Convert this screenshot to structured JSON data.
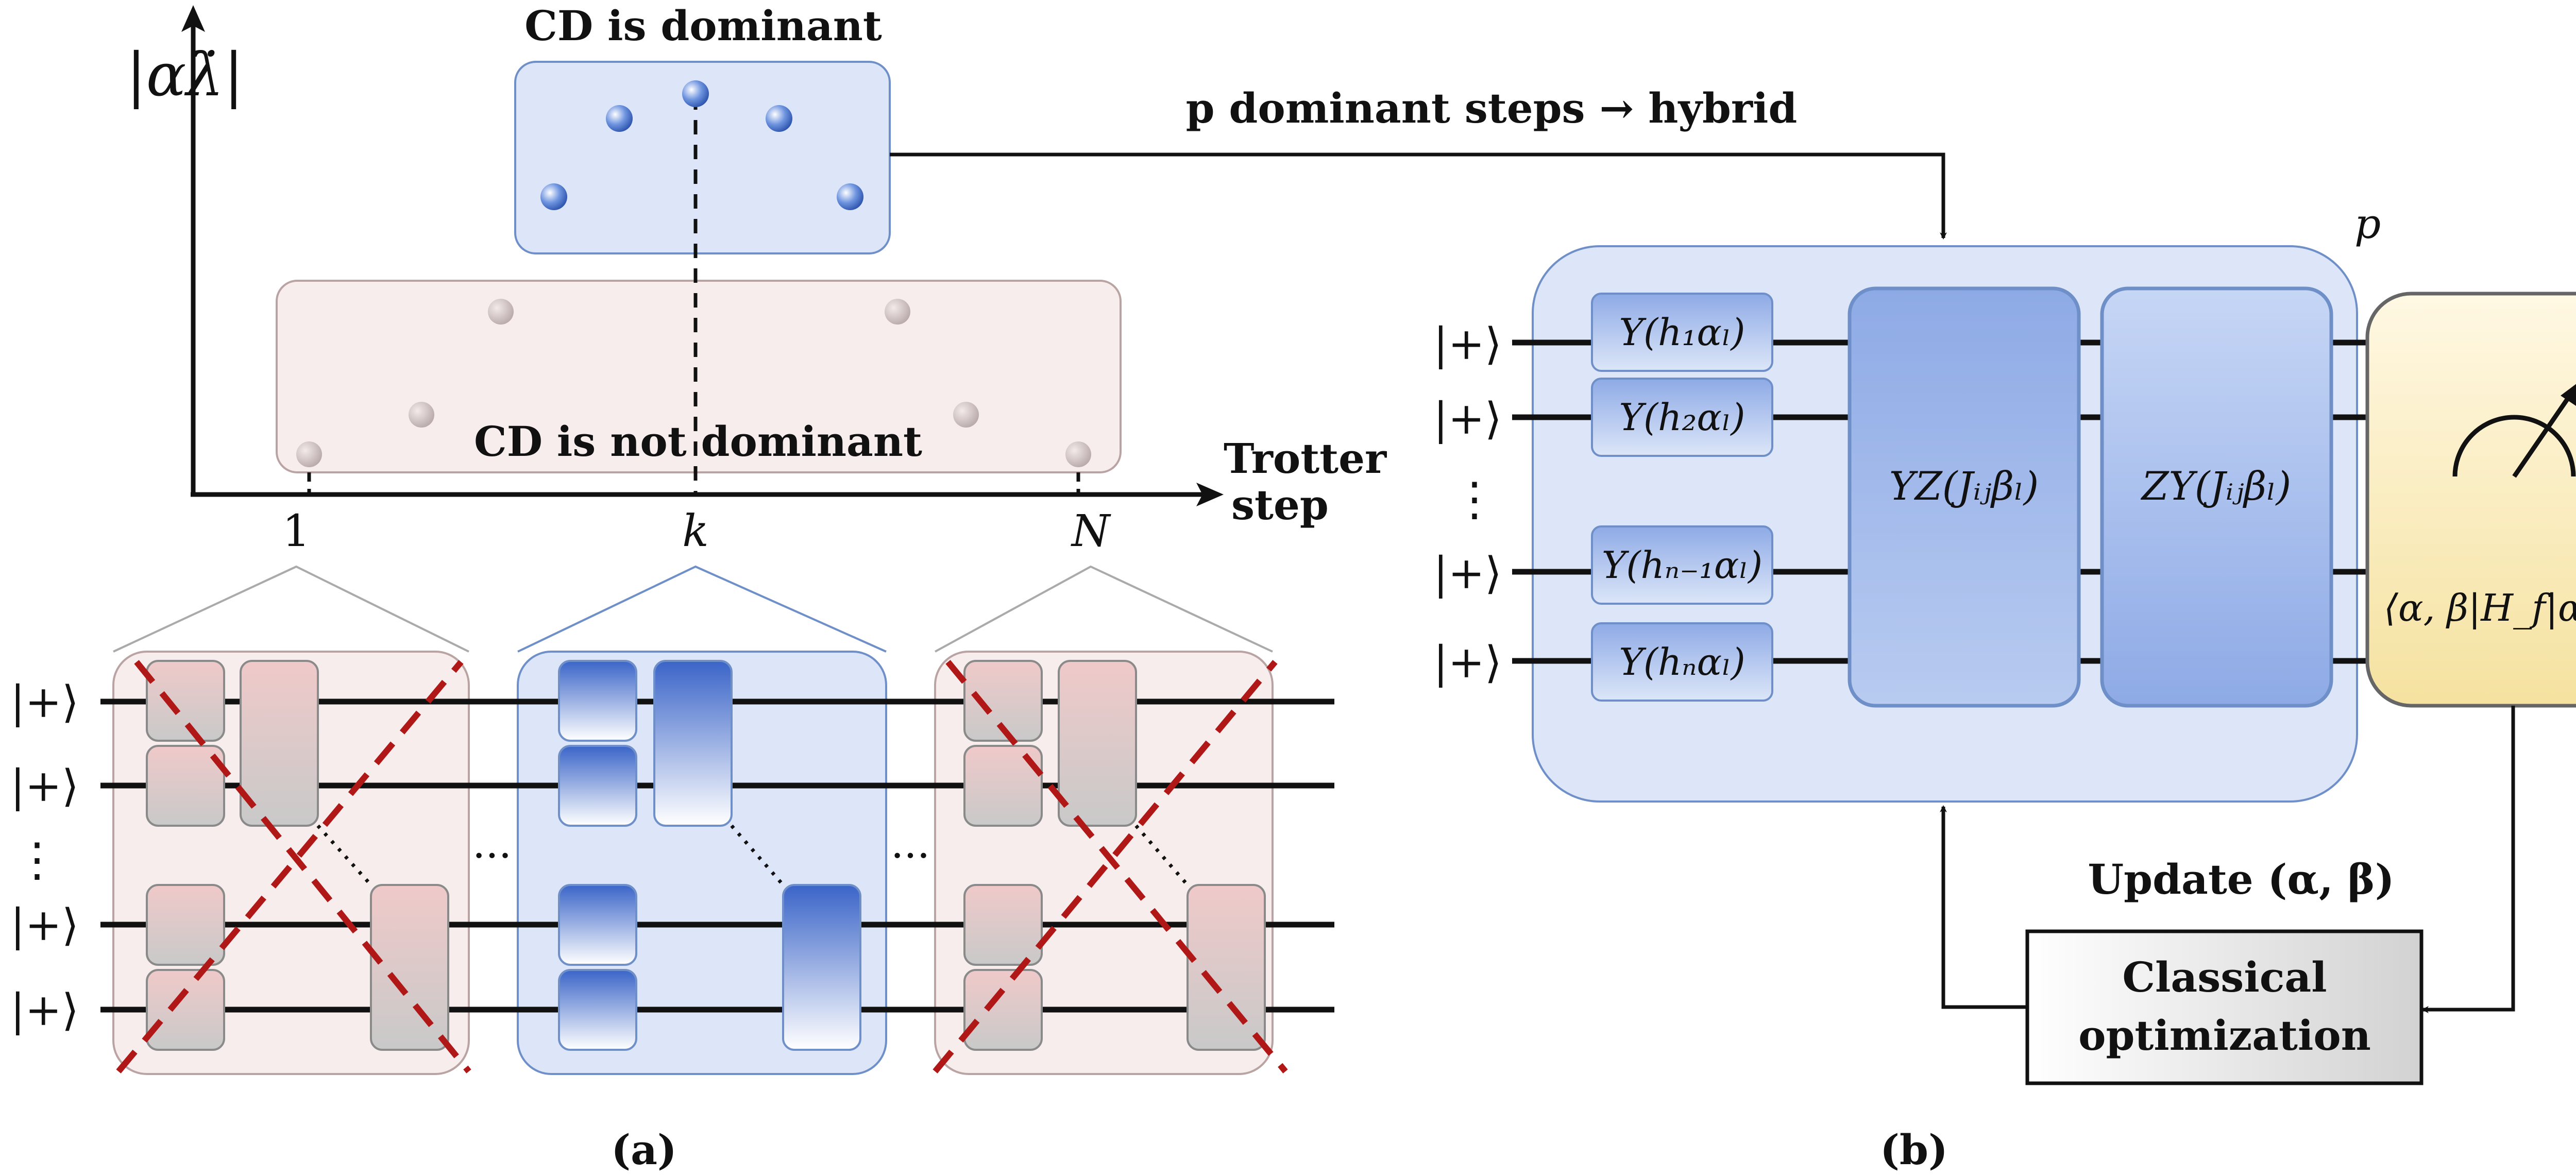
{
  "panel_a": {
    "y_axis_label": "|αλ̇|",
    "x_axis_label_line1": "Trotter",
    "x_axis_label_line2": "step",
    "tick_1": "1",
    "tick_k": "k",
    "tick_N": "N",
    "dominant_label": "CD is dominant",
    "not_dominant_label": "CD is not dominant",
    "ellipsis": "...",
    "vertical_dots": "⋮",
    "qubit_labels": [
      "|+⟩",
      "|+⟩",
      "|+⟩",
      "|+⟩"
    ],
    "caption": "(a)"
  },
  "arrow_label": "p dominant steps → hybrid",
  "panel_b": {
    "repeat_label": "p",
    "qubit_labels": [
      "|+⟩",
      "|+⟩",
      "|+⟩",
      "|+⟩"
    ],
    "vertical_dots": "⋮",
    "y_gates": [
      "Y(h₁αₗ)",
      "Y(h₂αₗ)",
      "Y(hₙ₋₁αₗ)",
      "Y(hₙαₗ)"
    ],
    "yz_gate": "YZ(Jᵢⱼβₗ)",
    "zy_gate": "ZY(Jᵢⱼβₗ)",
    "measurement_label": "⟨α, β|H_f|α, β⟩",
    "update_label": "Update (α, β)",
    "optimizer_line1": "Classical",
    "optimizer_line2": "optimization",
    "caption": "(b)"
  },
  "colors": {
    "blue_panel": "#dce6f8",
    "blue_border": "#6f8fc8",
    "pink_panel": "#f7eded",
    "pink_border": "#b9a3a3",
    "red_dashes": "#b01818",
    "gold": "#f5e2a0"
  }
}
